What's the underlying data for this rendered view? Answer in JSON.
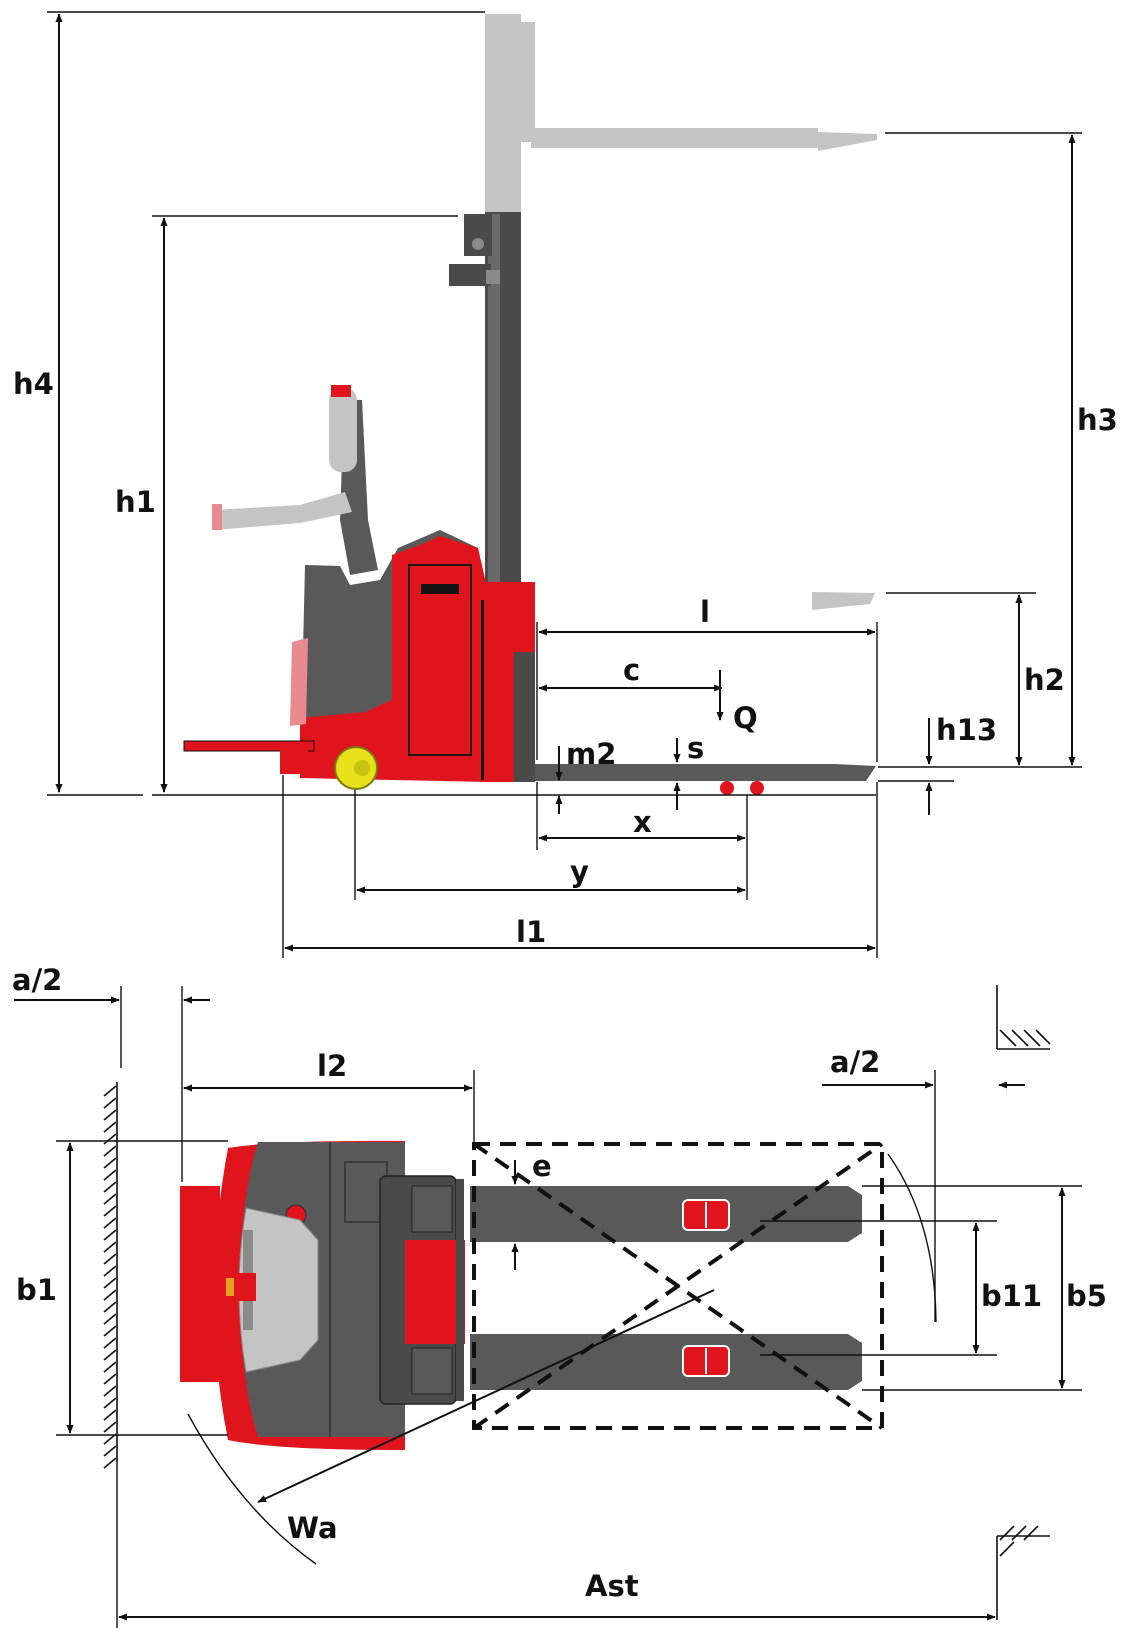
{
  "colors": {
    "body_red": "#e0141c",
    "chassis_gray": "#595959",
    "mast_gray": "#4a4a4a",
    "raised_ghost": "#c4c4c4",
    "wheel_yellow": "#e7e21a",
    "line": "#111111"
  },
  "labels": {
    "h4": "h4",
    "h1": "h1",
    "h3": "h3",
    "h2": "h2",
    "h13": "h13",
    "l": "l",
    "c": "c",
    "Q": "Q",
    "m2": "m2",
    "s": "s",
    "x": "x",
    "y": "y",
    "l1": "l1",
    "a_half_left": "a/2",
    "a_half_right": "a/2",
    "l2": "l2",
    "b1": "b1",
    "e": "e",
    "b11": "b11",
    "b5": "b5",
    "Wa": "Wa",
    "Ast": "Ast"
  }
}
